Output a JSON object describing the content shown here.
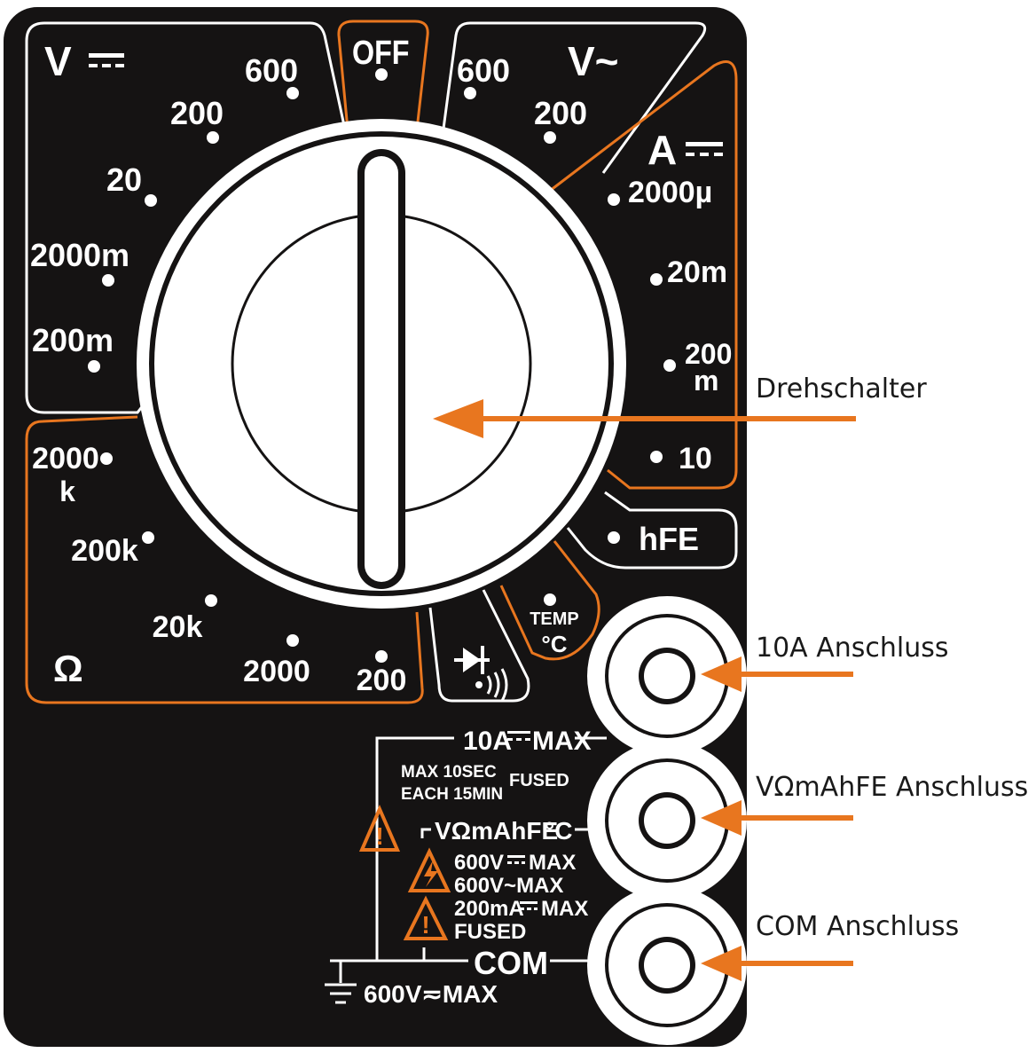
{
  "colors": {
    "panel": "#151313",
    "accent": "#e8761f",
    "white": "#ffffff",
    "annotation_text": "#1a1a1a"
  },
  "dial": {
    "off": "OFF",
    "dcv": {
      "symbol": "V",
      "ranges": [
        "600",
        "200",
        "20",
        "2000m",
        "200m"
      ]
    },
    "acv": {
      "symbol": "V~",
      "ranges": [
        "600",
        "200"
      ]
    },
    "dca": {
      "symbol": "A",
      "ranges": [
        "2000µ",
        "20m",
        "200",
        "m",
        "10"
      ]
    },
    "ohm": {
      "symbol": "Ω",
      "ranges": [
        "2000",
        "k",
        "200k",
        "20k",
        "2000",
        "200"
      ]
    },
    "hfe": "hFE",
    "temp": {
      "line1": "TEMP",
      "line2": "°C"
    },
    "diode_icon": "diode-buzzer-icon"
  },
  "ratings": {
    "ten_a": "10A",
    "ten_a_max": "MAX",
    "max_10sec": "MAX 10SEC",
    "each_15min": "EACH 15MIN",
    "fused_top": "FUSED",
    "vomah": "VΩmAhFE",
    "deg_c": "°C",
    "v600dc": "600V",
    "v600dc_max": "MAX",
    "v600ac": "600V~MAX",
    "ma200": "200mA",
    "ma200_max": "MAX",
    "fused_bottom": "FUSED",
    "com": "COM",
    "ground_max": "600V≂MAX"
  },
  "annotations": {
    "rotary_switch": "Drehschalter",
    "jack_10a": "10A Anschluss",
    "jack_vomah": "VΩmAhFE Anschluss",
    "jack_com": "COM Anschluss"
  }
}
